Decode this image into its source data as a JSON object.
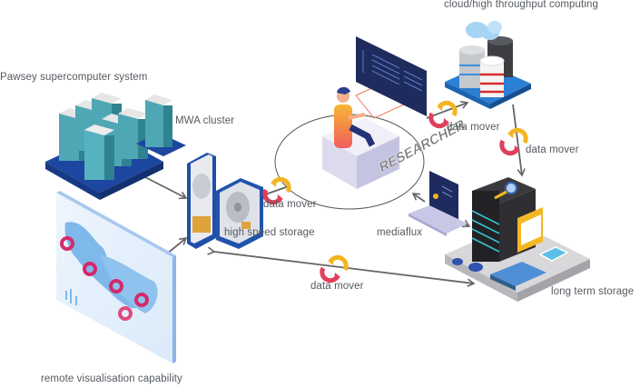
{
  "labels": {
    "cloud": "cloud/high throughput computing",
    "pawsey": "Pawsey supercomputer system",
    "mwa": "MWA cluster",
    "researcher": "RESEARCHER",
    "data_mover_top": "data mover",
    "data_mover_right": "data mover",
    "data_mover_storage": "data mover",
    "data_mover_bottom": "data mover",
    "high_speed_storage": "high speed storage",
    "mediaflux": "mediaflux",
    "long_term_storage": "long term storage",
    "remote_vis": "remote visualisation capability"
  },
  "colors": {
    "arrow": "#666666",
    "mover_red": "#e0405a",
    "mover_yellow": "#f4b521",
    "server_blue": "#1f4fa8",
    "server_teal": "#4fb3c0",
    "storage_dark": "#2a2a2e",
    "map_blue": "#7fb8ea",
    "map_marker": "#d42a6b"
  }
}
